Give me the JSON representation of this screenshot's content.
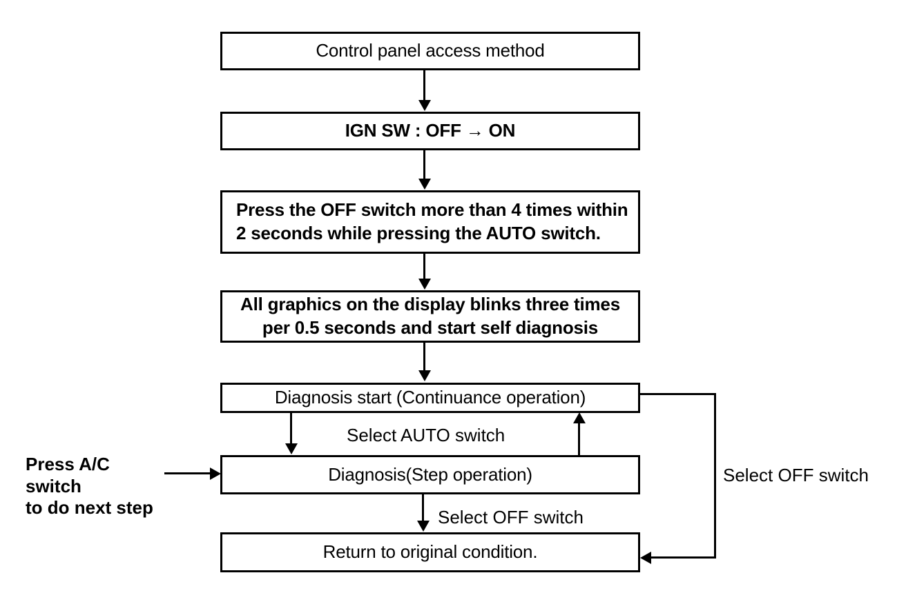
{
  "diagram": {
    "title": "Control panel access method",
    "type": "flowchart",
    "nodes": [
      {
        "id": "n1",
        "label": "Control panel access method"
      },
      {
        "id": "n2",
        "label": "IGN SW : OFF → ON"
      },
      {
        "id": "n3",
        "label": "Press the OFF switch more than 4 times within\n2 seconds while pressing the AUTO switch."
      },
      {
        "id": "n4",
        "label": "All graphics on the display blinks three times\nper 0.5 seconds and start self diagnosis"
      },
      {
        "id": "n5",
        "label": "Diagnosis start (Continuance operation)"
      },
      {
        "id": "n6",
        "label": "Diagnosis(Step operation)"
      },
      {
        "id": "n7",
        "label": "Return to original condition."
      }
    ],
    "edge_labels": {
      "select_auto_switch": "Select AUTO switch",
      "select_off_switch_step": "Select OFF switch",
      "select_off_switch_right": "Select OFF switch",
      "press_ac_switch": "Press A/C switch\nto do next step"
    },
    "colors": {
      "stroke": "#000000",
      "fill": "#ffffff",
      "text": "#000000"
    }
  }
}
